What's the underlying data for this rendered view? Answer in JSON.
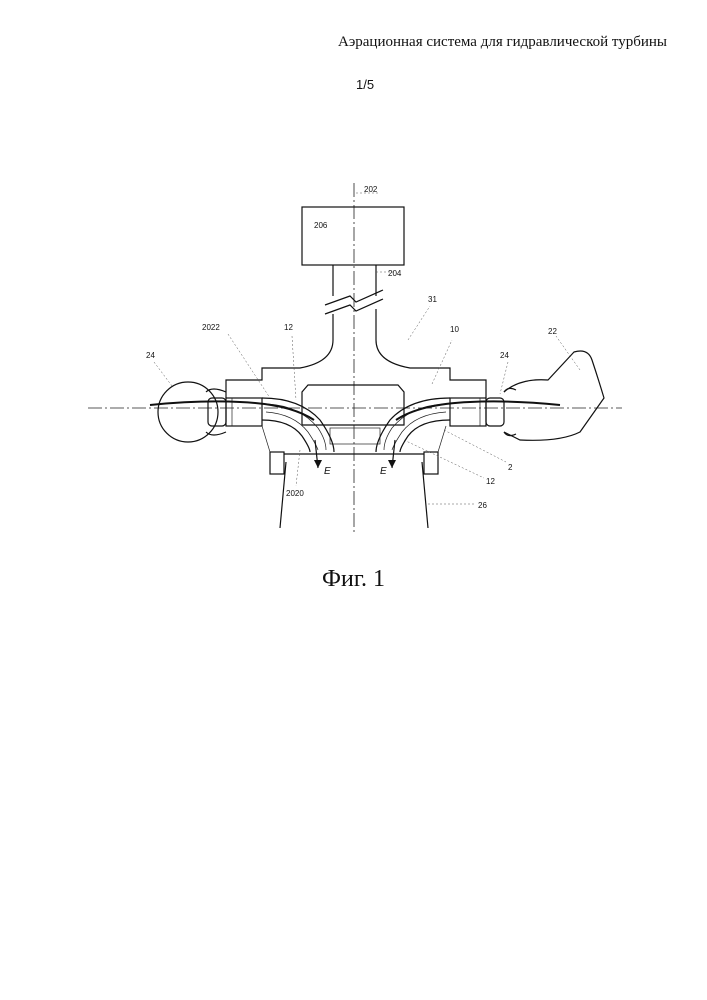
{
  "header": {
    "title": "Аэрационная система для гидравлической турбины",
    "sheet": "1/5"
  },
  "figure": {
    "caption": "Фиг. 1",
    "labels": {
      "l202": "202",
      "l206": "206",
      "l204": "204",
      "l31": "31",
      "l10": "10",
      "l22": "22",
      "l2022": "2022",
      "l12_top": "12",
      "l24_left": "24",
      "l24_right": "24",
      "l2": "2",
      "l12_bottom": "12",
      "l2020": "2020",
      "l26": "26",
      "flow_left": "E",
      "flow_right": "E"
    }
  }
}
